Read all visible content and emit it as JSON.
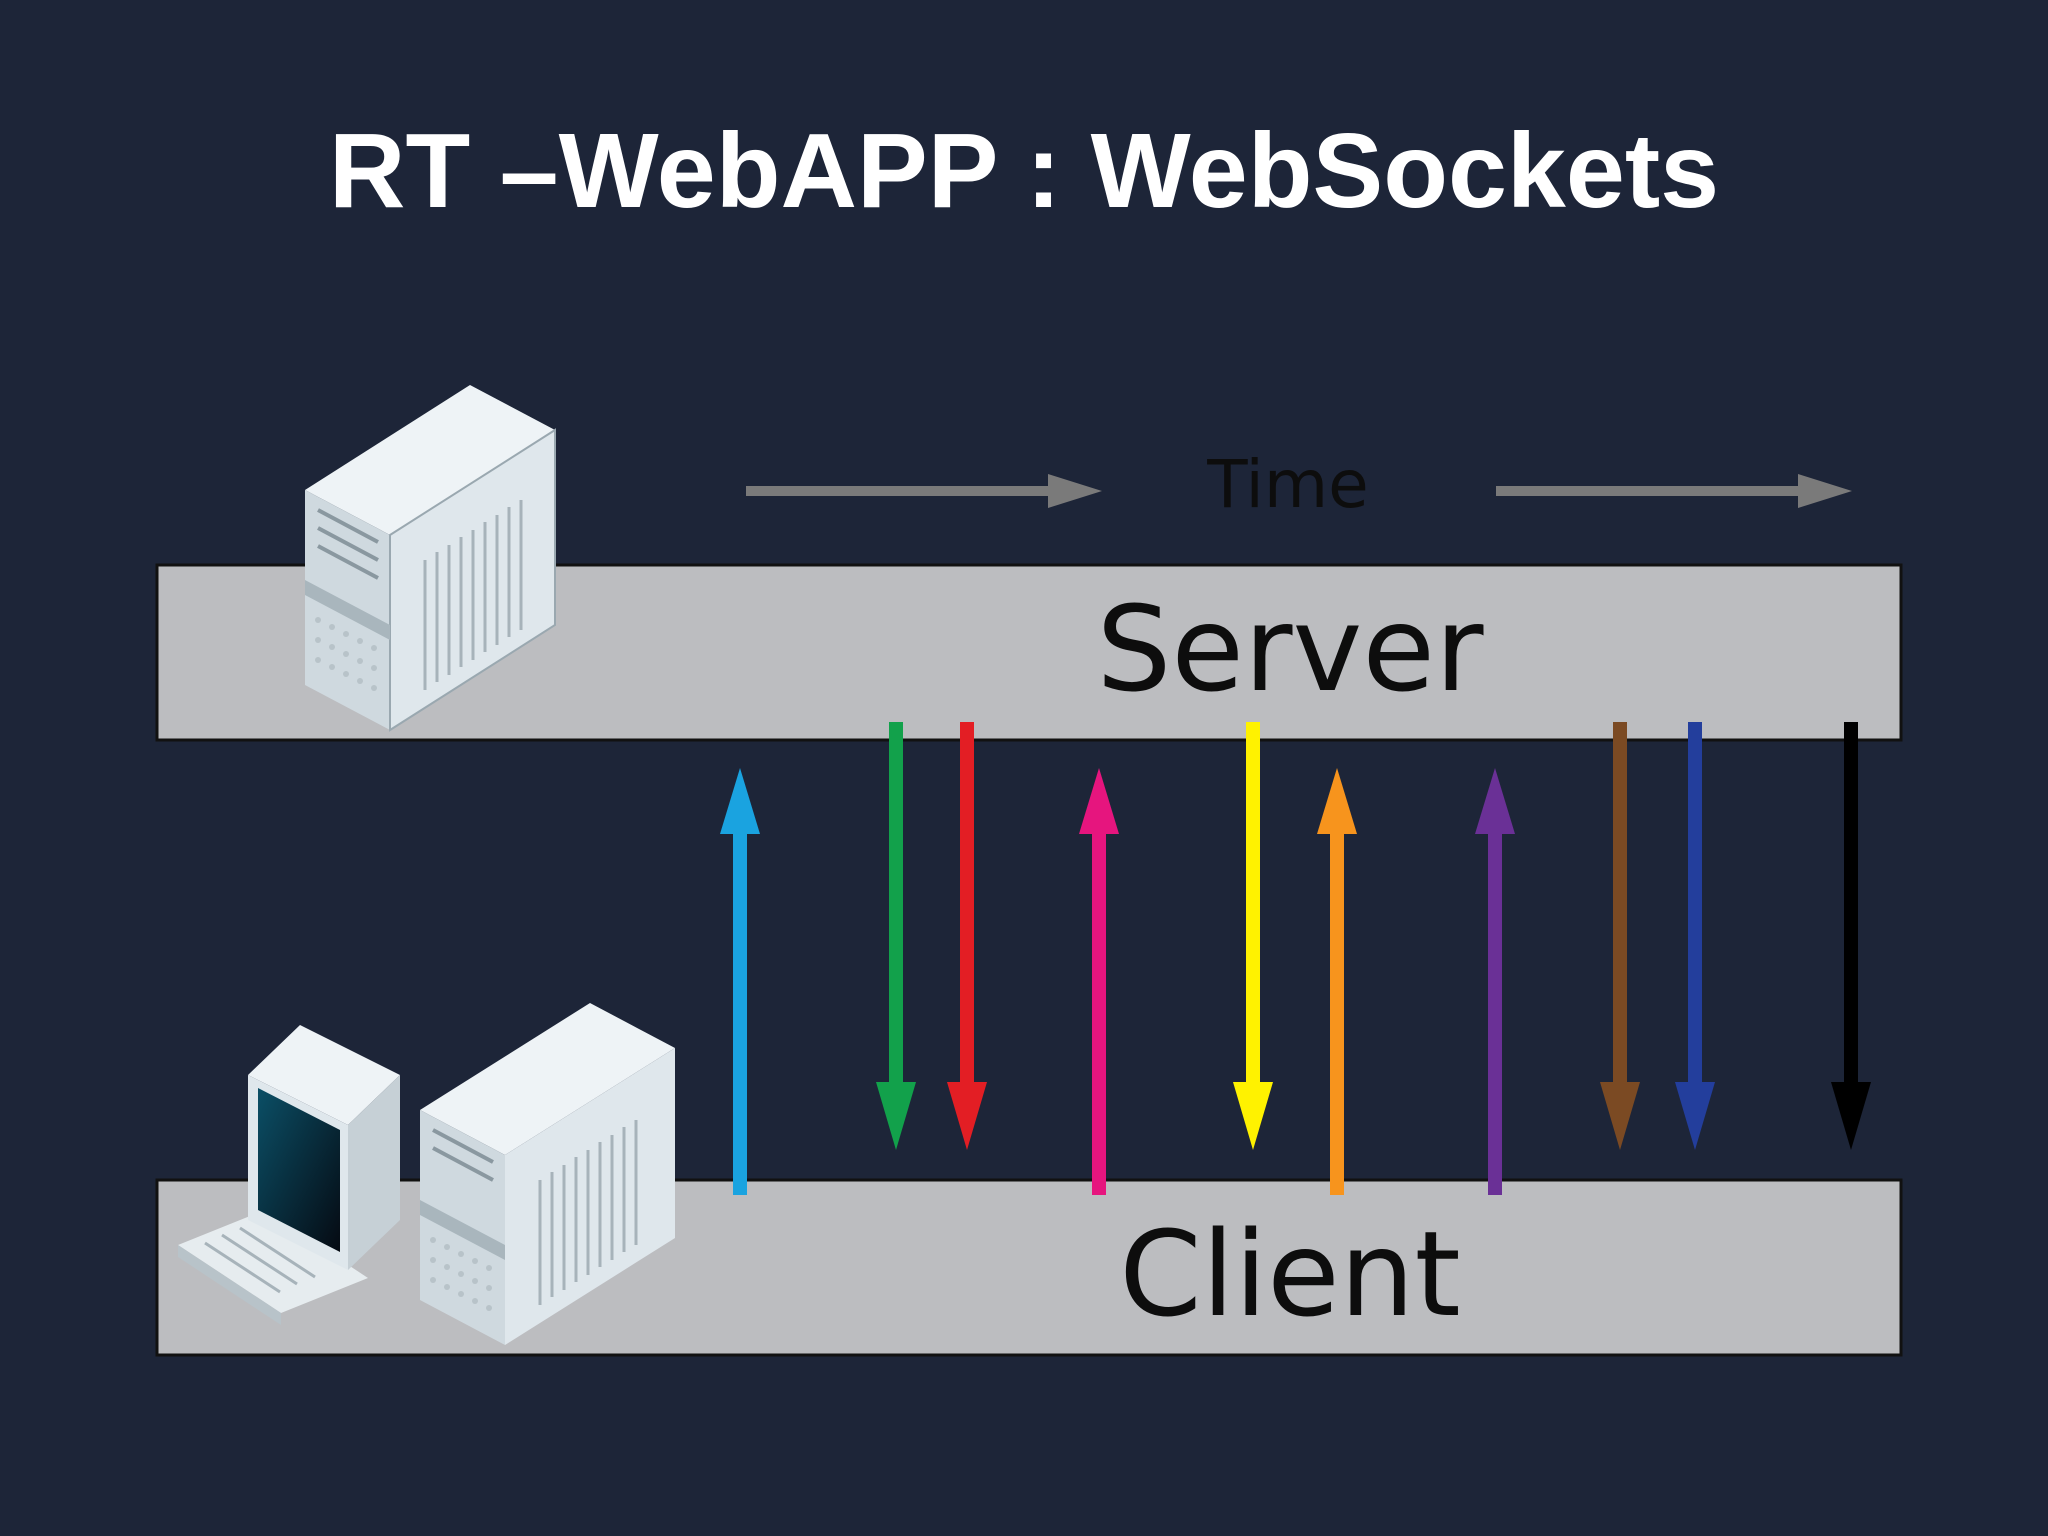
{
  "title": "RT –WebAPP : WebSockets",
  "diagram": {
    "time_label": "Time",
    "server_label": "Server",
    "client_label": "Client",
    "messages": [
      {
        "direction": "up",
        "color": "#1aa3e0"
      },
      {
        "direction": "down",
        "color": "#12a14b"
      },
      {
        "direction": "down",
        "color": "#e31e24"
      },
      {
        "direction": "up",
        "color": "#e6157e"
      },
      {
        "direction": "down",
        "color": "#fff200"
      },
      {
        "direction": "up",
        "color": "#f7941d"
      },
      {
        "direction": "up",
        "color": "#6a3096"
      },
      {
        "direction": "down",
        "color": "#7b4a23"
      },
      {
        "direction": "down",
        "color": "#233e9c"
      },
      {
        "direction": "down",
        "color": "#000000"
      }
    ]
  },
  "colors": {
    "background": "#1d2538",
    "lane": "#bcbdc0",
    "time_arrow": "#7a7a7a",
    "title": "#ffffff"
  }
}
